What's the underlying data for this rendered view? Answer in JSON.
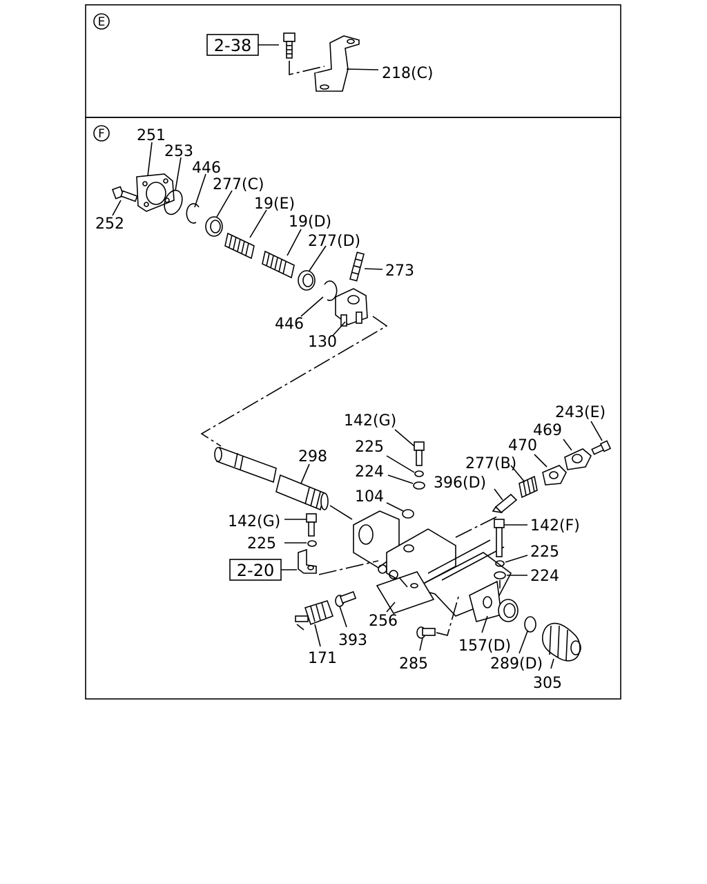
{
  "sections": {
    "e": {
      "marker": "E",
      "ref_box": "2-38",
      "labels": {
        "bracket": "218(C)"
      }
    },
    "f": {
      "marker": "F",
      "ref_box": "2-20",
      "labels": {
        "p251": "251",
        "p253": "253",
        "p446a": "446",
        "p277c": "277(C)",
        "p252": "252",
        "p19e": "19(E)",
        "p19d": "19(D)",
        "p277d": "277(D)",
        "p273": "273",
        "p446b": "446",
        "p130": "130",
        "p142g_top": "142(G)",
        "p225_top": "225",
        "p224_top": "224",
        "p104": "104",
        "p298": "298",
        "p243e": "243(E)",
        "p469": "469",
        "p470": "470",
        "p277b": "277(B)",
        "p396d": "396(D)",
        "p142g_left": "142(G)",
        "p225_left": "225",
        "p142f": "142(F)",
        "p225_right": "225",
        "p224_right": "224",
        "p256": "256",
        "p393": "393",
        "p171": "171",
        "p285": "285",
        "p157d": "157(D)",
        "p289d": "289(D)",
        "p305": "305"
      }
    }
  }
}
